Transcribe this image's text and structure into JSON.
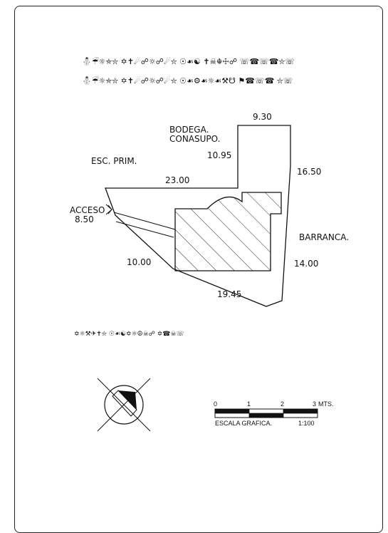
{
  "header": {
    "line1": "⛄☔☼⛤⛥ ✡✝☄☍☼☍☄⛥ ☉☙☯ ✝☠☬☩☍ ☏☎☏☎⛥☏",
    "line2": "⛄☔☼⛤⛥ ✡✝☄☍☼☍☄⛥ ☉☙⚙☙☼☙⚒☋ ⚑☎☏☎ ⛥☏"
  },
  "labels": {
    "bodega_line1": "BODEGA.",
    "bodega_line2": "CONASUPO.",
    "esc_prim": "ESC. PRIM.",
    "acceso": "ACCESO",
    "barranca": "BARRANCA.",
    "dim_top": "9.30",
    "dim_inner_vertical": "10.95",
    "dim_upper": "23.00",
    "dim_right": "16.50",
    "dim_acceso": "8.50",
    "dim_left_bottom": "10.00",
    "dim_right_lower": "14.00",
    "dim_bottom": "19.45"
  },
  "footer_note": "✡☼⚒✈✝⛥ ☉☙☯✡☼☮☠☍ ✡☎☠☏",
  "scale": {
    "ticks": [
      "0",
      "1",
      "2",
      "3"
    ],
    "unit": "MTS.",
    "caption": "ESCALA GRAFICA.",
    "ratio": "1:100"
  }
}
